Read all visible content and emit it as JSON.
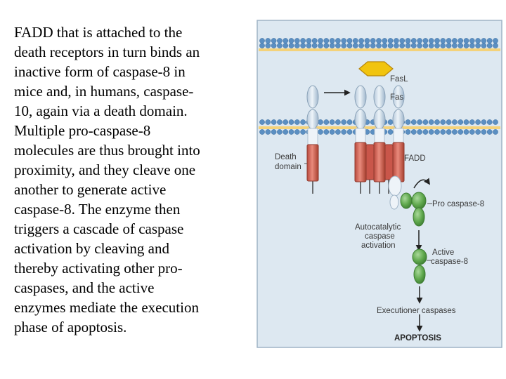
{
  "body_text": {
    "lines": [
      "FADD that is attached to the",
      "death receptors in turn binds an",
      "inactive form of caspase-8 in",
      " mice and, in humans, caspase-",
      "10, again via a death domain.",
      "Multiple pro-caspase-8",
      "molecules are thus brought into",
      "proximity, and they cleave one",
      "another to generate active",
      "caspase-8. The enzyme then",
      "triggers a cascade of caspase",
      "activation by cleaving and",
      " thereby activating other pro-",
      "caspases, and the active",
      "enzymes mediate the execution",
      "phase of apoptosis."
    ]
  },
  "figure": {
    "labels": {
      "fasl": "FasL",
      "fas": "Fas",
      "death_domain_line1": "Death",
      "death_domain_line2": "domain",
      "fadd": "FADD",
      "pro_caspase": "Pro caspase-8",
      "auto_line1": "Autocatalytic",
      "auto_line2": "caspase",
      "auto_line3": "activation",
      "active_line1": "Active",
      "active_line2": "caspase-8",
      "executioner": "Executioner caspases",
      "apoptosis": "APOPTOSIS"
    },
    "colors": {
      "panel_bg": "#dde8f1",
      "membrane_head": "#5b8fc2",
      "membrane_tail": "#f4d27a",
      "receptor": "#d9e4ee",
      "death_domain": "#d9685a",
      "fasl": "#f1c40f",
      "caspase": "#6cae5a",
      "arrow": "#222222"
    }
  }
}
